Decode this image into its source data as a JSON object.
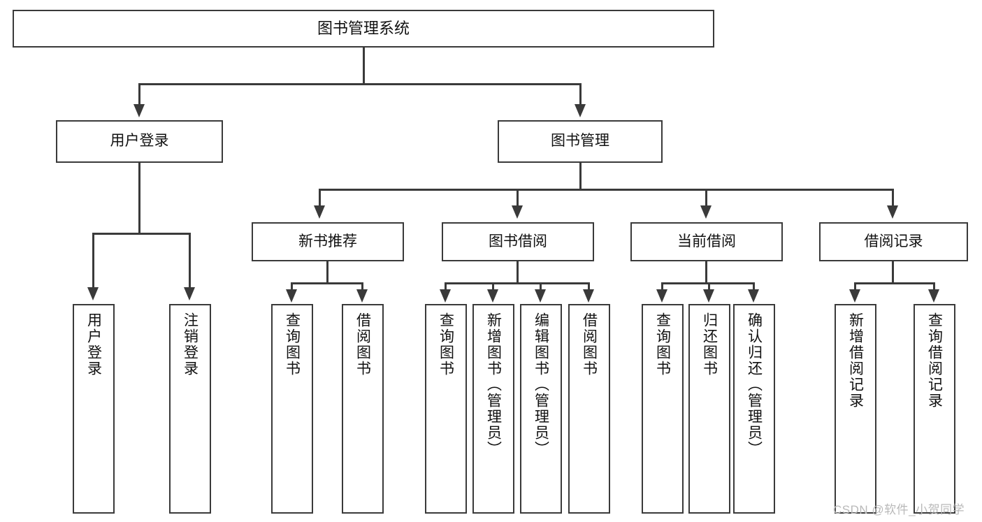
{
  "diagram": {
    "type": "tree-hierarchy-chart",
    "title": "图书管理系统",
    "root": {
      "id": "root",
      "label": "图书管理系统"
    },
    "level1": [
      {
        "id": "user-login",
        "label": "用户登录"
      },
      {
        "id": "book-management",
        "label": "图书管理"
      }
    ],
    "level2": [
      {
        "id": "new-book-recommend",
        "label": "新书推荐",
        "parent": "book-management"
      },
      {
        "id": "book-borrow",
        "label": "图书借阅",
        "parent": "book-management"
      },
      {
        "id": "current-borrow",
        "label": "当前借阅",
        "parent": "book-management"
      },
      {
        "id": "borrow-record",
        "label": "借阅记录",
        "parent": "book-management"
      }
    ],
    "leaves": {
      "user_login": [
        {
          "id": "leaf-user-login",
          "label": "用户登录"
        },
        {
          "id": "leaf-logout-login",
          "label": "注销登录"
        }
      ],
      "new_book_recommend": [
        {
          "id": "leaf-query-book-1",
          "label": "查询图书"
        },
        {
          "id": "leaf-borrow-book-1",
          "label": "借阅图书"
        }
      ],
      "book_borrow": [
        {
          "id": "leaf-query-book-2",
          "label": "查询图书"
        },
        {
          "id": "leaf-add-book",
          "label": "新增图书（管理员）"
        },
        {
          "id": "leaf-edit-book",
          "label": "编辑图书（管理员）"
        },
        {
          "id": "leaf-borrow-book-2",
          "label": "借阅图书"
        }
      ],
      "current_borrow": [
        {
          "id": "leaf-query-book-3",
          "label": "查询图书"
        },
        {
          "id": "leaf-return-book",
          "label": "归还图书"
        },
        {
          "id": "leaf-confirm-return",
          "label": "确认归还（管理员）"
        }
      ],
      "borrow_record": [
        {
          "id": "leaf-add-record",
          "label": "新增借阅记录"
        },
        {
          "id": "leaf-query-record",
          "label": "查询借阅记录"
        }
      ]
    },
    "colors": {
      "stroke": "#3a3a3a",
      "fill": "#ffffff",
      "text": "#111111",
      "watermark": "#b9b9b9"
    }
  },
  "watermark": {
    "text": "CSDN @软件_小贺同学"
  }
}
